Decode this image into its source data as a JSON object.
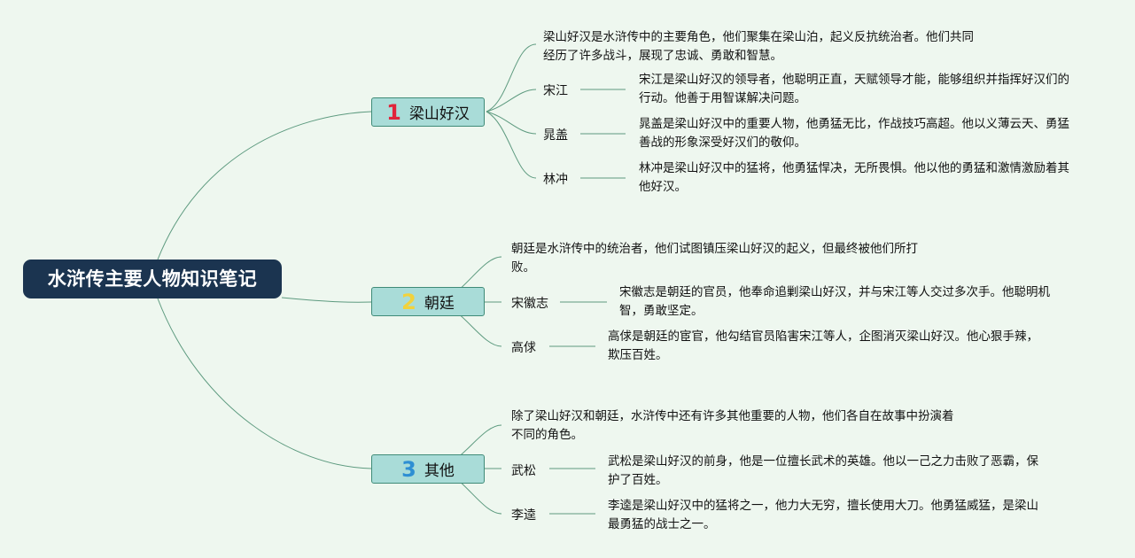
{
  "root": {
    "title": "水浒传主要人物知识笔记"
  },
  "branches": [
    {
      "number": "1",
      "number_color": "#e0243a",
      "title": "梁山好汉",
      "intro": "梁山好汉是水浒传中的主要角色，他们聚集在梁山泊，起义反抗统治者。他们共同经历了许多战斗，展现了忠诚、勇敢和智慧。",
      "children": [
        {
          "name": "宋江",
          "desc": "宋江是梁山好汉的领导者，他聪明正直，天赋领导才能，能够组织并指挥好汉们的行动。他善于用智谋解决问题。"
        },
        {
          "name": "晁盖",
          "desc": "晁盖是梁山好汉中的重要人物，他勇猛无比，作战技巧高超。他以义薄云天、勇猛善战的形象深受好汉们的敬仰。"
        },
        {
          "name": "林冲",
          "desc": "林冲是梁山好汉中的猛将，他勇猛悍决，无所畏惧。他以他的勇猛和激情激励着其他好汉。"
        }
      ]
    },
    {
      "number": "2",
      "number_color": "#f2d23c",
      "title": "朝廷",
      "intro": "朝廷是水浒传中的统治者，他们试图镇压梁山好汉的起义，但最终被他们所打败。",
      "children": [
        {
          "name": "宋徽志",
          "desc": "宋徽志是朝廷的官员，他奉命追剿梁山好汉，并与宋江等人交过多次手。他聪明机智，勇敢坚定。"
        },
        {
          "name": "高俅",
          "desc": "高俅是朝廷的宦官，他勾结官员陷害宋江等人，企图消灭梁山好汉。他心狠手辣，欺压百姓。"
        }
      ]
    },
    {
      "number": "3",
      "number_color": "#2e8fd3",
      "title": "其他",
      "intro": "除了梁山好汉和朝廷，水浒传中还有许多其他重要的人物，他们各自在故事中扮演着不同的角色。",
      "children": [
        {
          "name": "武松",
          "desc": "武松是梁山好汉的前身，他是一位擅长武术的英雄。他以一己之力击败了恶霸，保护了百姓。"
        },
        {
          "name": "李逵",
          "desc": "李逵是梁山好汉中的猛将之一，他力大无穷，擅长使用大刀。他勇猛威猛，是梁山最勇猛的战士之一。"
        }
      ]
    }
  ]
}
